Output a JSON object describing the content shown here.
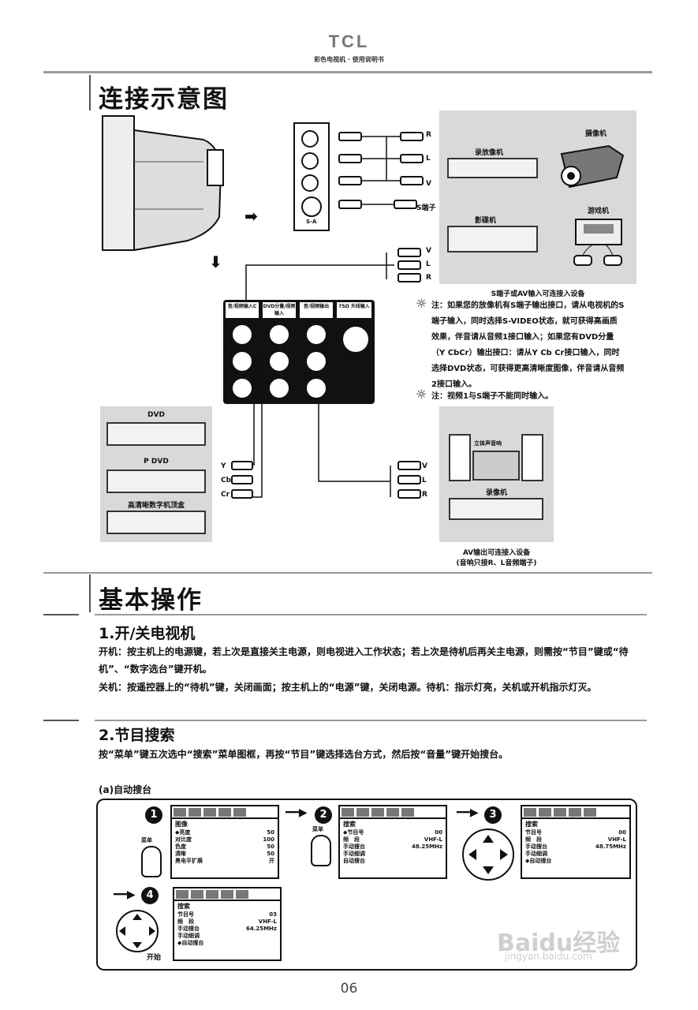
{
  "header": {
    "brand": "TCL",
    "subtitle": "彩色电视机 · 使用说明书"
  },
  "section1": {
    "title": "连接示意图",
    "side_panel": {
      "labels": [
        "R",
        "L",
        "V",
        "S端子"
      ],
      "rear_label": "S-A"
    },
    "av_devices": {
      "items": [
        "录放像机",
        "摄像机",
        "影碟机",
        "游戏机"
      ],
      "caption": "S端子或AV输入可连接入设备"
    },
    "rear_panel": {
      "col_labels": [
        "音/视频输入C",
        "DVD分量/视频输入",
        "音/视频输出",
        "75Ω 天线输入"
      ],
      "side_rca_labels": [
        "V",
        "L",
        "R"
      ]
    },
    "notes": [
      "注：如果您的放像机有S端子输出接口，请从电视机的S端子输入，同时选择S-VIDEO状态，就可获得高画质效果，伴音请从音频1接口输入；如果您有DVD分量（Y CbCr）输出接口：请从Y Cb Cr接口输入，同时选择DVD状态，可获得更高清晰度图像，伴音请从音频2接口输入。",
      "注：视频1与S端子不能同时输入。"
    ],
    "dvd_devices": {
      "items": [
        "DVD",
        "P DVD",
        "高清晰数字机顶盒"
      ],
      "labels": [
        "Y",
        "Cb",
        "Cr"
      ]
    },
    "out_devices": {
      "items": [
        "立体声音响",
        "录像机"
      ],
      "labels": [
        "V",
        "L",
        "R"
      ],
      "caption_line1": "AV输出可连接入设备",
      "caption_line2": "(音响只接R、L音频端子)"
    }
  },
  "section2": {
    "title": "基本操作",
    "item1": {
      "heading": "1.开/关电视机",
      "para1": "开机：按主机上的电源键，若上次是直接关主电源，则电视进入工作状态；若上次是待机后再关主电源，则需按“节目”键或“待机”、“数字选台”键开机。",
      "para2": "关机：按遥控器上的“待机”键，关闭画面；按主机上的“电源”键，关闭电源。待机：指示灯亮，关机或开机指示灯灭。"
    },
    "item2": {
      "heading": "2.节目搜索",
      "para1": "按“菜单”键五次选中“搜索”菜单图框，再按“节目”键选择选台方式，然后按“音量”键开始搜台。",
      "sub": "(a)自动搜台"
    }
  },
  "steps": {
    "nums": [
      "1",
      "2",
      "3",
      "4"
    ],
    "hand_label": "菜单",
    "start_label": "开始",
    "menu1": {
      "title": "图像",
      "rows": [
        [
          "◆亮度",
          "50"
        ],
        [
          "对比度",
          "100"
        ],
        [
          "色度",
          "50"
        ],
        [
          "清晰",
          "50"
        ],
        [
          "黑电平扩展",
          "开"
        ]
      ]
    },
    "menu2": {
      "title": "搜索",
      "rows": [
        [
          "◆节目号",
          "00"
        ],
        [
          "频　段",
          "VHF-L"
        ],
        [
          "手动搜台",
          "48.25MHz"
        ],
        [
          "手动细调",
          ""
        ],
        [
          "自动搜台",
          ""
        ]
      ]
    },
    "menu3": {
      "title": "搜索",
      "rows": [
        [
          "节目号",
          "00"
        ],
        [
          "频　段",
          "VHF-L"
        ],
        [
          "手动搜台",
          "48.75MHz"
        ],
        [
          "手动细调",
          ""
        ],
        [
          "◆自动搜台",
          ""
        ]
      ]
    },
    "menu4": {
      "title": "搜索",
      "rows": [
        [
          "节目号",
          "03"
        ],
        [
          "频　段",
          "VHF-L"
        ],
        [
          "手动搜台",
          "64.25MHz"
        ],
        [
          "手动细调",
          ""
        ],
        [
          "◆自动搜台",
          ""
        ]
      ]
    }
  },
  "footer": {
    "page": "06"
  },
  "watermark": {
    "line1": "Baidu经验",
    "line2": "jingyan.baidu.com"
  }
}
